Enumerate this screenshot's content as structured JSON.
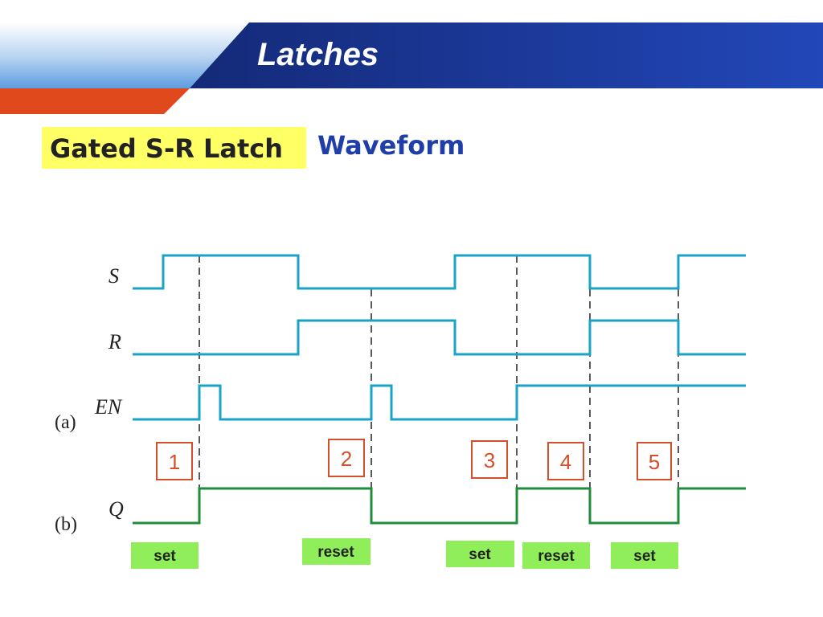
{
  "slide": {
    "title": "Latches",
    "subtitle": "Gated S-R Latch",
    "heading": "Waveform"
  },
  "colors": {
    "header_blue": "#1a3a9c",
    "header_orange": "#e0491c",
    "highlight": "#ffff66",
    "signal": "#1aa3c4",
    "output": "#1f8c3c",
    "box_border": "#d4502a",
    "tag_bg": "#90ee5a"
  },
  "diagram": {
    "signal_labels": {
      "s": "S",
      "r": "R",
      "en": "EN",
      "q": "Q"
    },
    "part_labels": {
      "a": "(a)",
      "b": "(b)"
    },
    "intervals": [
      "1",
      "2",
      "3",
      "4",
      "5"
    ],
    "states": [
      "set",
      "reset",
      "set",
      "reset",
      "set"
    ]
  }
}
